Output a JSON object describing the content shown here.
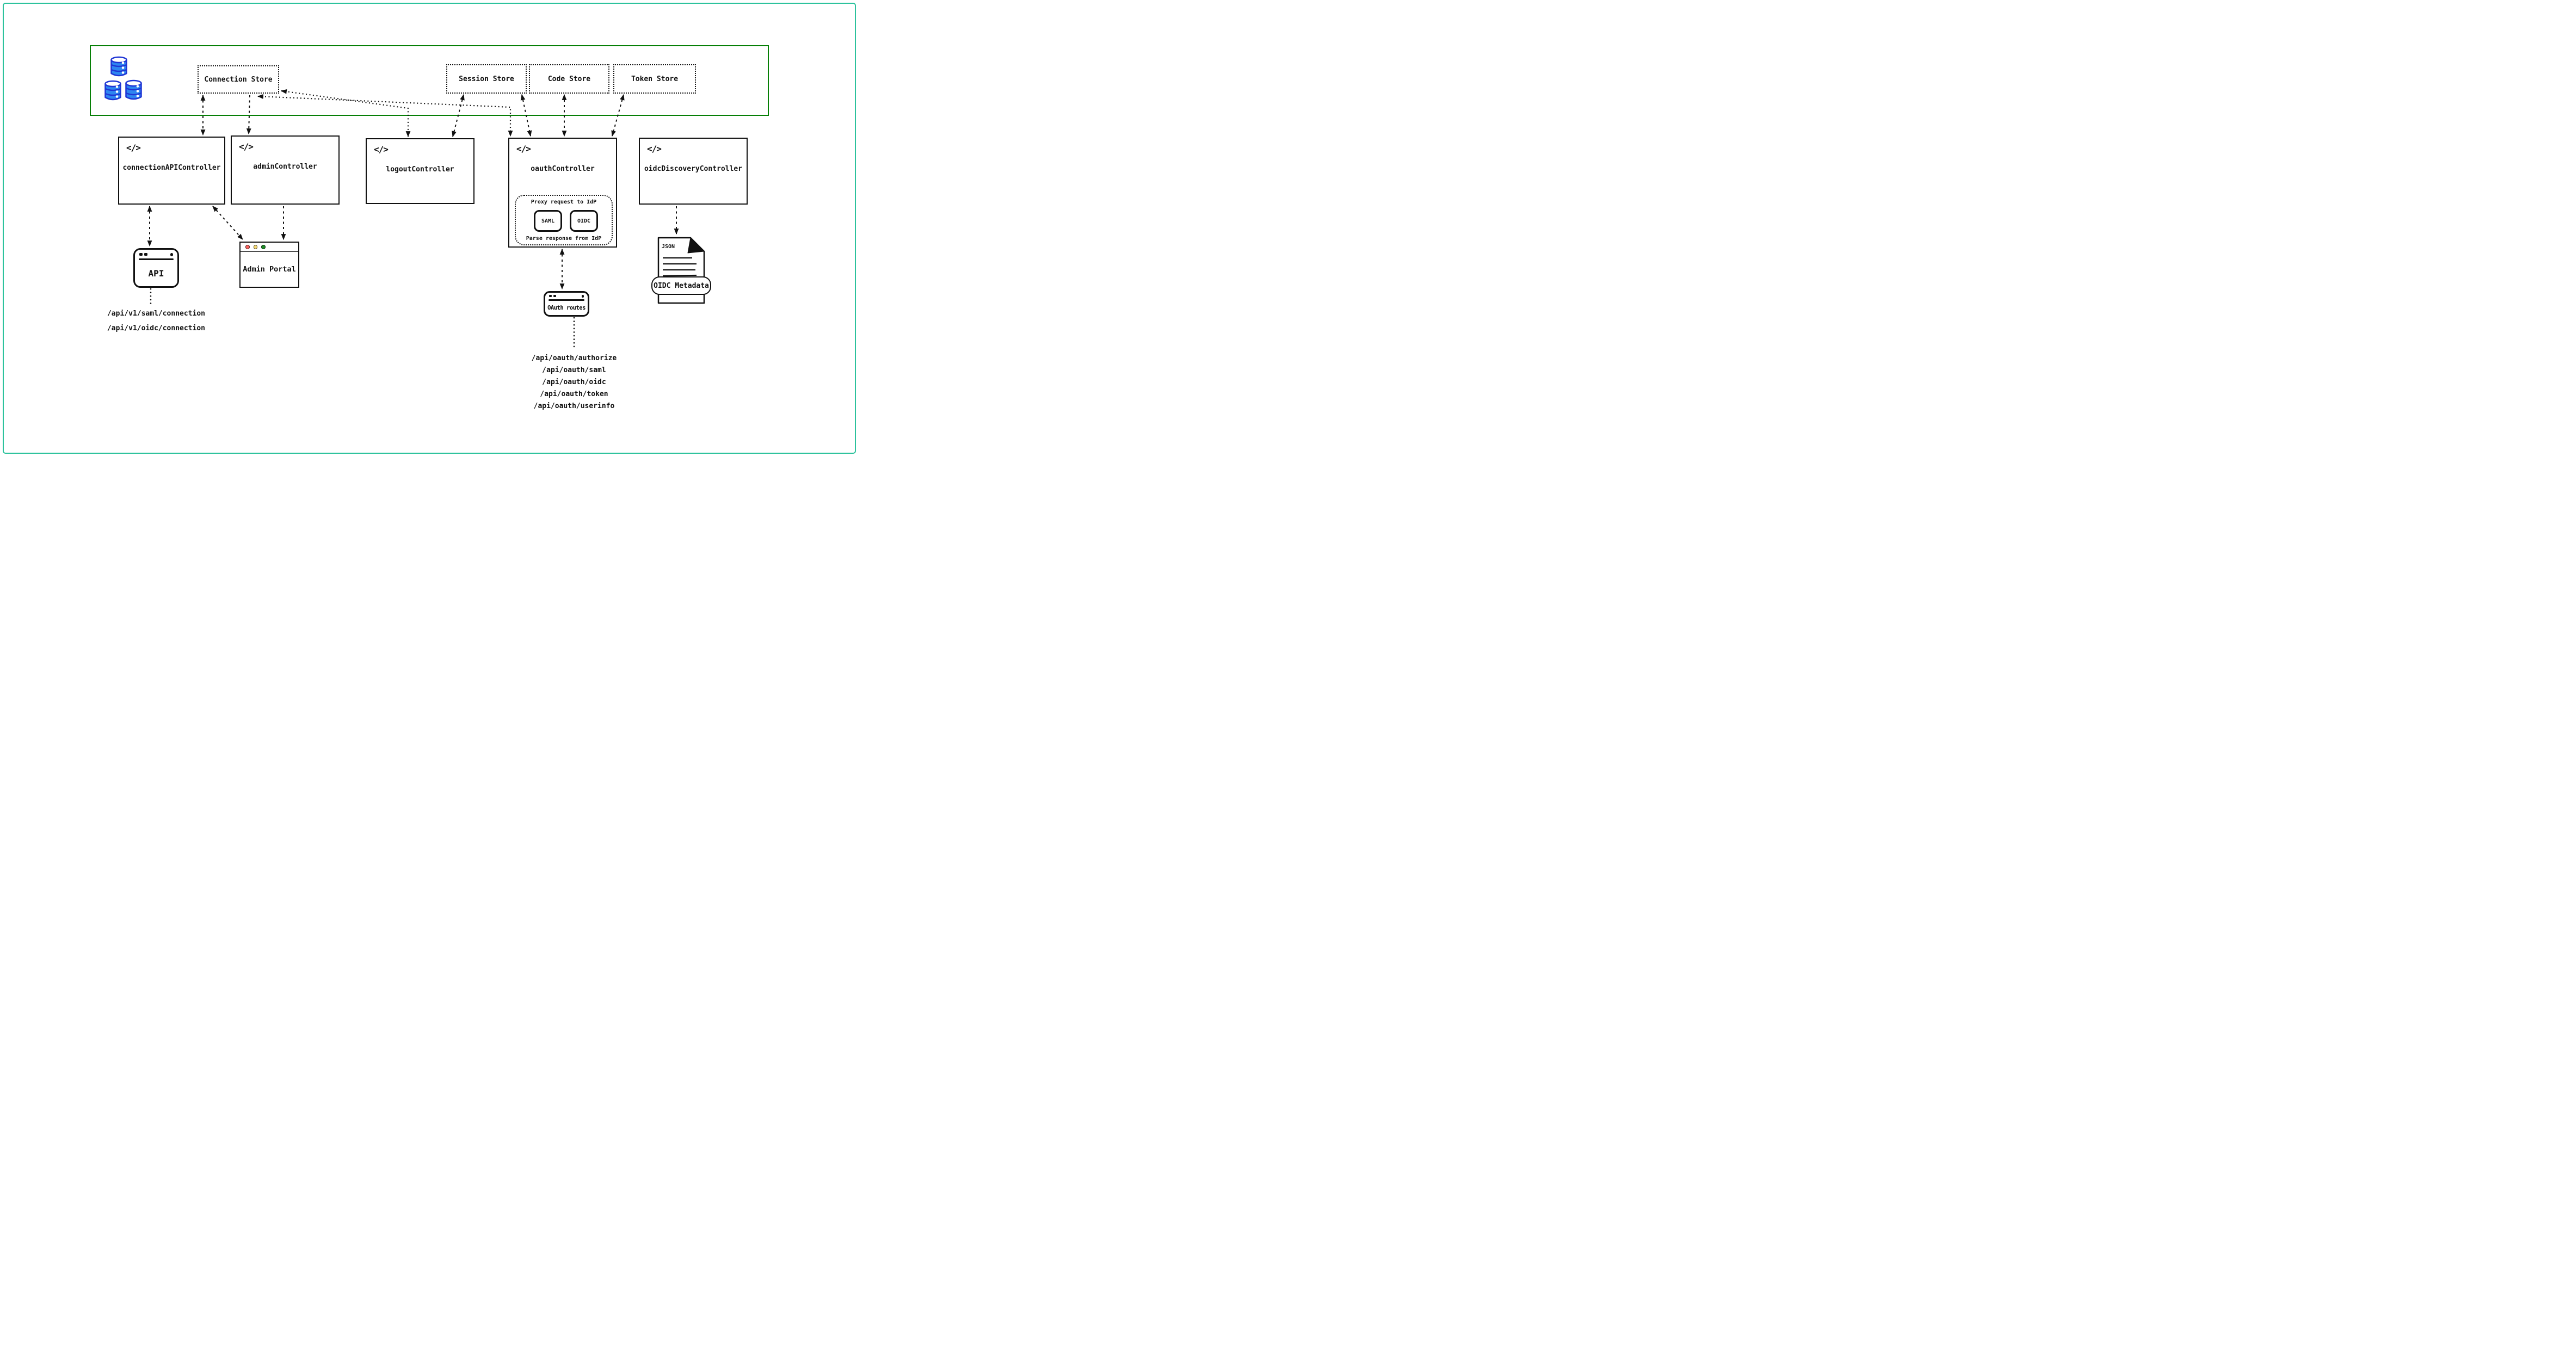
{
  "code_glyph": "</>",
  "stores": {
    "connection": "Connection Store",
    "session": "Session Store",
    "code": "Code Store",
    "token": "Token Store"
  },
  "controllers": {
    "connection_api": "connectionAPIController",
    "admin": "adminController",
    "logout": "logoutController",
    "oauth": "oauthController",
    "oidc_discovery": "oidcDiscoveryController"
  },
  "oauth_detail": {
    "proxy": "Proxy request to IdP",
    "saml": "SAML",
    "oidc": "OIDC",
    "parse": "Parse response from IdP"
  },
  "clients": {
    "api_window": "API",
    "admin_portal": "Admin Portal",
    "oauth_routes": "OAuth routes"
  },
  "document": {
    "type_label": "JSON",
    "banner": "OIDC Metadata"
  },
  "endpoints": {
    "connection_api": [
      "/api/v1/saml/connection",
      "/api/v1/oidc/connection"
    ],
    "oauth": [
      "/api/oauth/authorize",
      "/api/oauth/saml",
      "/api/oauth/oidc",
      "/api/oauth/token",
      "/api/oauth/userinfo"
    ]
  },
  "colors": {
    "frame": "#2cc29c",
    "zone": "#067f06",
    "ink": "#111111",
    "db_fill": "#2e86f0",
    "db_stroke": "#1f35d4",
    "dot_red": "#f9625e",
    "dot_yellow": "#f7d973",
    "dot_green": "#1f8c27"
  }
}
